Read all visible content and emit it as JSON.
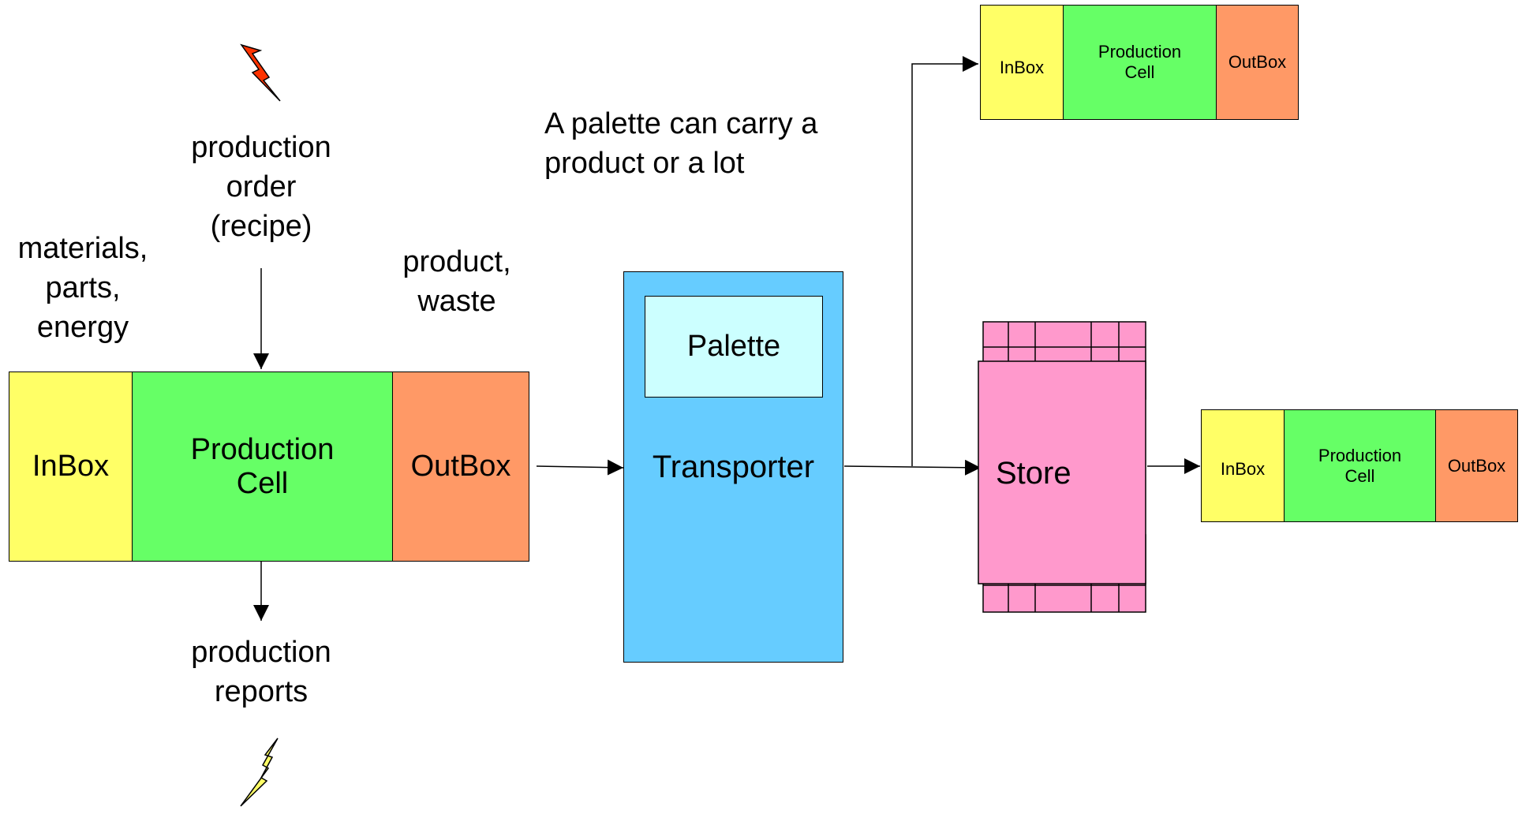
{
  "main_cell": {
    "inbox": "InBox",
    "production": "Production Cell",
    "outbox": "OutBox"
  },
  "top_cell": {
    "inbox": "InBox",
    "production": "Production Cell",
    "outbox": "OutBox"
  },
  "right_cell": {
    "inbox": "InBox",
    "production": "Production Cell",
    "outbox": "OutBox"
  },
  "labels": {
    "production_order": "production\norder\n(recipe)",
    "materials": "materials,\nparts,\nenergy",
    "product_waste": "product,\nwaste",
    "production_reports": "production\nreports",
    "palette_note": "A palette can carry a\nproduct or a lot"
  },
  "transporter": {
    "label": "Transporter",
    "palette": "Palette"
  },
  "store": {
    "label": "Store"
  },
  "colors": {
    "inbox": "#ffff66",
    "production": "#66ff66",
    "outbox": "#ff9966",
    "transporter": "#66ccff",
    "palette": "#ccffff",
    "store": "#ff99cc",
    "lightning_red": "#ff3300",
    "lightning_yellow": "#ffff66"
  }
}
